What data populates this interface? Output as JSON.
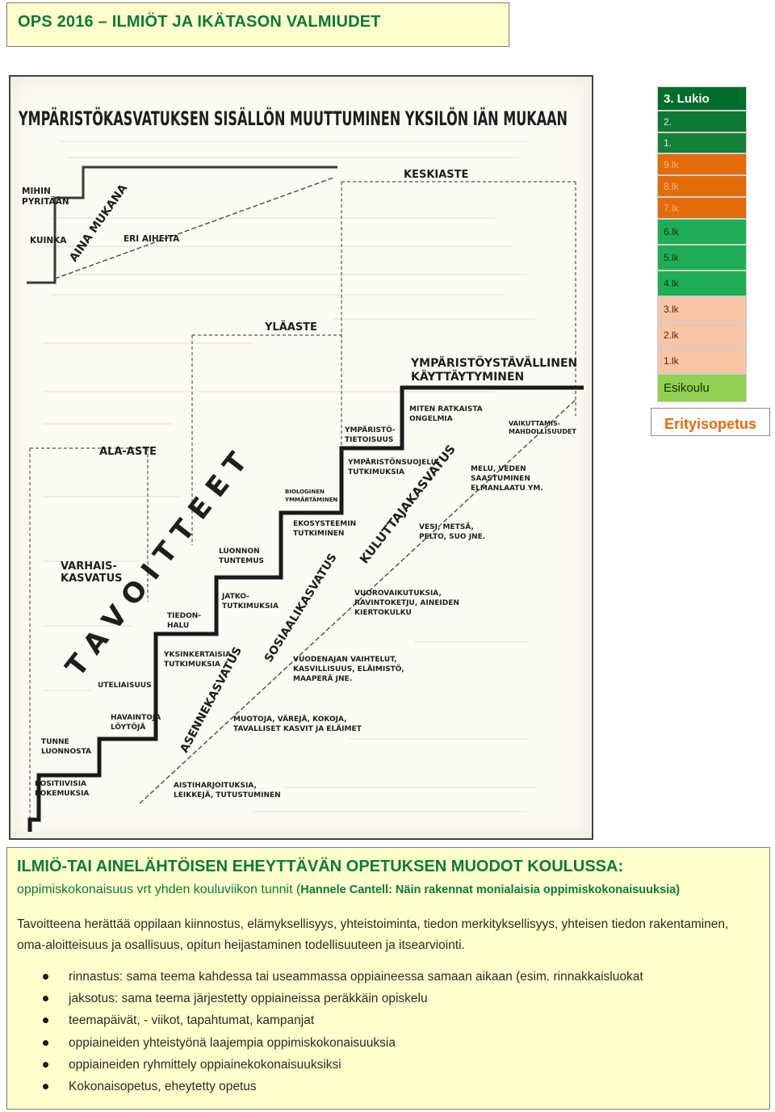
{
  "title": "OPS 2016 – ILMIÖT JA  IKÄTASON VALMIUDET",
  "scan": {
    "heading": "YMPÄRISTÖKASVATUKSEN SISÄLLÖN MUUTTUMINEN YKSILÖN IÄN MUKAAN",
    "levels": {
      "keskiaste": "KESKIASTE",
      "ylaaste": "YLÄASTE",
      "ala_aste": "ALA-ASTE",
      "varhais1": "VARHAIS-",
      "varhais2": "KASVATUS"
    },
    "aims": {
      "mihin1": "MIHIN",
      "mihin2": "PYRITÄÄN",
      "kuinka": "KUINKA",
      "eri": "ERI AIHEITA",
      "aina": "AINA MUKANA"
    },
    "diagonals": {
      "tavoitteet": "T A V O I T T E E T",
      "asenne": "ASENNEKASVATUS",
      "sosiaali": "SOSIAALIKASVATUS",
      "kuluttaja": "KULUTTAJAKASVATUS"
    },
    "steps": {
      "positiivisia1": "POSITIIVISIA",
      "positiivisia2": "KOKEMUKSIA",
      "tunne1": "TUNNE",
      "tunne2": "LUONNOSTA",
      "havaintoja1": "HAVAINTOJA",
      "havaintoja2": "LÖYTÖJÄ",
      "uteliaisuus": "UTELIAISUUS",
      "yksinkertaisia1": "YKSINKERTAISIA",
      "yksinkertaisia2": "TUTKIMUKSIA",
      "tiedon1": "TIEDON-",
      "tiedon2": "HALU",
      "jatko1": "JATKO-",
      "jatko2": "TUTKIMUKSIA",
      "luonnon1": "LUONNON",
      "luonnon2": "TUNTEMUS",
      "ekosysteemin1": "EKOSYSTEEMIN",
      "ekosysteemin2": "TUTKIMINEN",
      "biologinen1": "BIOLOGINEN",
      "biologinen2": "YMMÄRTÄMINEN",
      "ymparistonsuojelu1": "YMPÄRISTÖNSUOJELU-",
      "ymparistonsuojelu2": "TUTKIMUKSIA",
      "ymparistotietoisuus1": "YMPÄRISTÖ-",
      "ymparistotietoisuus2": "TIETOISUUS",
      "miten1": "MITEN RATKAISTA",
      "miten2": "ONGELMIA",
      "ymparistoystavallinen1": "YMPÄRISTÖYSTÄVÄLLINEN",
      "ymparistoystavallinen2": "KÄYTTÄYTYMINEN",
      "vaikuttamis1": "VAIKUTTAMIS-",
      "vaikuttamis2": "MAHDOLLISUUDET"
    },
    "contents": {
      "aistiharjoituksia1": "AISTIHARJOITUKSIA,",
      "aistiharjoituksia2": "LEIKKEJÄ, TUTUSTUMINEN",
      "muotoja1": "MUOTOJA, VÄREJÄ, KOKOJA,",
      "muotoja2": "TAVALLISET KASVIT JA ELÄIMET",
      "vuodenajan1": "VUODENAJAN VAIHTELUT,",
      "vuodenajan2": "KASVILLISUUS, ELÄIMISTÖ,",
      "vuodenajan3": "MAAPERÄ JNE.",
      "vuorovaikutuksia1": "VUOROVAIKUTUKSIA,",
      "vuorovaikutuksia2": "RAVINTOKETJU, AINEIDEN",
      "vuorovaikutuksia3": "KIERTOKULKU",
      "vesi1": "VESI, METSÄ,",
      "vesi2": "PELTO, SUO JNE.",
      "melu1": "MELU, VEDEN",
      "melu2": "SAASTUMINEN",
      "melu3": "ELMANLAATU YM."
    }
  },
  "grades": [
    {
      "label": "3. Lukio",
      "bg": "#006d2c",
      "fg": "#ffffff"
    },
    {
      "label": "2.",
      "bg": "#0c7a35",
      "fg": "#d8f0dc"
    },
    {
      "label": "1.",
      "bg": "#14803a",
      "fg": "#e0f5e4"
    },
    {
      "label": "9.lk",
      "bg": "#e36c09",
      "fg": "#f7b27a"
    },
    {
      "label": "8.lk",
      "bg": "#e36c09",
      "fg": "#f7b27a"
    },
    {
      "label": "7.lk",
      "bg": "#e36c09",
      "fg": "#f7b27a"
    },
    {
      "label": "6.lk",
      "bg": "#1fae55",
      "fg": "#15341f"
    },
    {
      "label": "5.lk",
      "bg": "#1fae55",
      "fg": "#15341f"
    },
    {
      "label": "4.lk",
      "bg": "#1fae55",
      "fg": "#15341f"
    },
    {
      "label": "3.lk",
      "bg": "#f9c4a4",
      "fg": "#3a2a20"
    },
    {
      "label": "2.lk",
      "bg": "#f9c4a4",
      "fg": "#3a2a20"
    },
    {
      "label": "1.lk",
      "bg": "#f9c4a4",
      "fg": "#3a2a20"
    },
    {
      "label": "Esikoulu",
      "bg": "#92d050",
      "fg": "#1a2a10"
    }
  ],
  "special_label": "Erityisopetus",
  "bottom": {
    "heading": "ILMIÖ-TAI AINELÄHTÖISEN EHEYTTÄVÄN OPETUKSEN MUODOT KOULUSSA:",
    "sub_text": "oppimiskokonaisuus vrt yhden kouluviikon  tunnit (",
    "sub_bold": "Hannele Cantell: Näin rakennat monialaisia oppimiskokonaisuuksia)",
    "paragraph": "Tavoitteena herättää oppilaan kiinnostus, elämyksellisyys, yhteistoiminta, tiedon merkityksellisyys, yhteisen tiedon rakentaminen, oma-aloitteisuus ja osallisuus, opitun heijastaminen todellisuuteen ja itsearviointi.",
    "items": [
      "rinnastus: sama teema kahdessa tai useammassa oppiaineessa samaan aikaan (esim. rinnakkaisluokat",
      "jaksotus: sama teema järjestetty oppiaineissa peräkkäin opiskelu",
      "teemapäivät, - viikot, tapahtumat, kampanjat",
      "oppiaineiden yhteistyönä laajempia oppimiskokonaisuuksia",
      "oppiaineiden ryhmittely oppiainekokonaisuuksiksi",
      "Kokonaisopetus, eheytetty opetus"
    ]
  }
}
